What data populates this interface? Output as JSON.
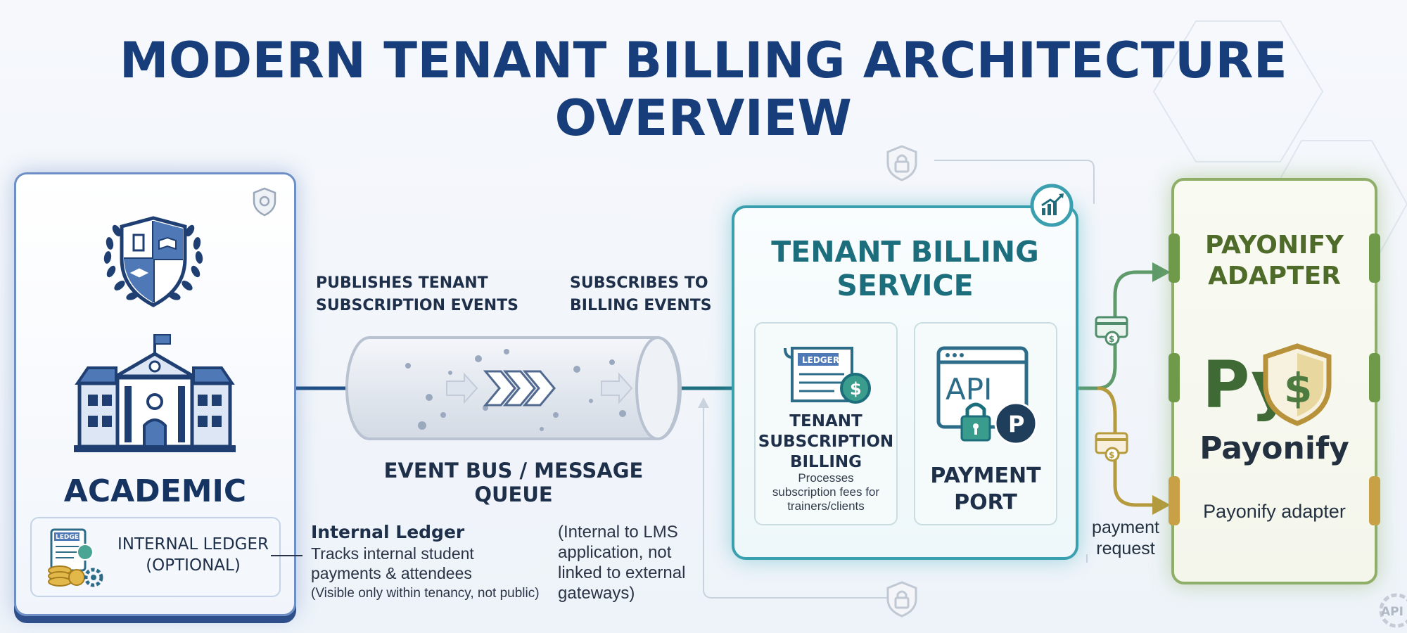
{
  "title": "MODERN TENANT BILLING ARCHITECTURE OVERVIEW",
  "academic": {
    "label": "ACADEMIC",
    "ledger_badge": "LEDGER",
    "ledger_box_line1": "INTERNAL LEDGER",
    "ledger_box_line2": "(OPTIONAL)"
  },
  "internal_ledger_note": {
    "title": "Internal Ledger",
    "line1": "Tracks internal student",
    "line2": "payments & attendees",
    "line3": "(Visible only within tenancy, not public)"
  },
  "event_bus": {
    "publish_line1": "PUBLISHES TENANT",
    "publish_line2": "SUBSCRIPTION EVENTS",
    "subscribe_line1": "SUBSCRIBES TO",
    "subscribe_line2": "BILLING EVENTS",
    "label": "EVENT BUS / MESSAGE QUEUE",
    "note_line1": "(Internal to LMS",
    "note_line2": "application, not",
    "note_line3": "linked to external",
    "note_line4": "gateways)"
  },
  "billing_service": {
    "title_line1": "TENANT BILLING",
    "title_line2": "SERVICE",
    "ledger_badge": "LEDGER",
    "subscription_line1": "TENANT",
    "subscription_line2": "SUBSCRIPTION",
    "subscription_line3": "BILLING",
    "subscription_desc_line1": "Processes",
    "subscription_desc_line2": "subscription fees for",
    "subscription_desc_line3": "trainers/clients",
    "api_text": "API",
    "port_badge": "P",
    "port_line1": "PAYMENT",
    "port_line2": "PORT"
  },
  "payonify": {
    "title_line1": "PAYONIFY",
    "title_line2": "ADAPTER",
    "logo_text": "Py",
    "logo_symbol": "$",
    "name": "Payonify",
    "subtitle": "Payonify adapter"
  },
  "payment_request_line1": "payment",
  "payment_request_line2": "request",
  "api_watermark": "API",
  "colors": {
    "title": "#173d7a",
    "academic_border": "#6d8fc6",
    "billing_border": "#3aa0b0",
    "payonify_border": "#8fae68",
    "arrow": "#1f4f86",
    "payonify_gold": "#c8a045"
  },
  "icons": [
    "shield-crest-icon",
    "university-building-icon",
    "ledger-coins-icon",
    "message-queue-tube-icon",
    "ledger-document-icon",
    "api-lock-icon",
    "credit-card-icon",
    "lock-shield-icon",
    "trend-chart-icon",
    "payonify-shield-logo-icon"
  ]
}
